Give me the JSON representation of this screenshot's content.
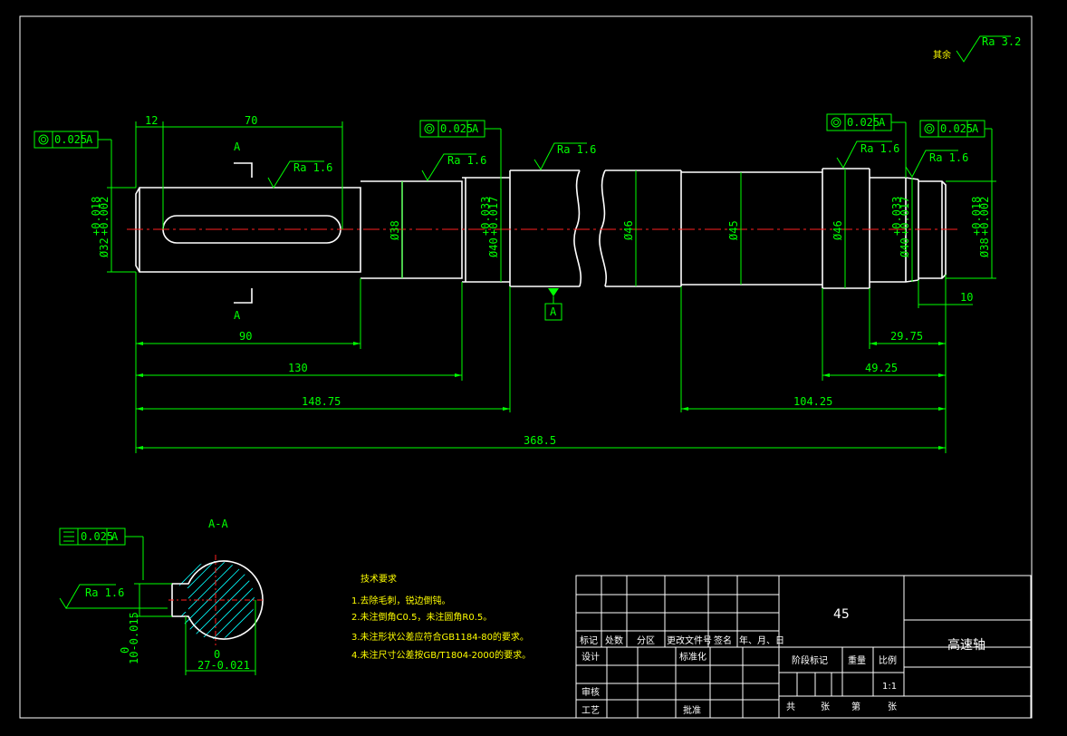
{
  "dims": {
    "d_12": "12",
    "d_70": "70",
    "d_90": "90",
    "d_130": "130",
    "d_148": "148.75",
    "d_368": "368.5",
    "d_104": "104.25",
    "d_49": "49.25",
    "d_29": "29.75",
    "d_10": "10",
    "dia_32": "Ø32",
    "dia_32_tol_u": "+0.018",
    "dia_32_tol_l": "+0.002",
    "dia_38a": "Ø38",
    "dia_40a": "Ø40",
    "dia_40a_tol_u": "+0.033",
    "dia_40a_tol_l": "+0.017",
    "dia_46a": "Ø46",
    "dia_45": "Ø45",
    "dia_46b": "Ø46",
    "dia_40b": "Ø40",
    "dia_40b_tol_u": "+0.033",
    "dia_40b_tol_l": "+0.017",
    "dia_38b": "Ø38",
    "dia_38b_tol_u": "+0.018",
    "dia_38b_tol_l": "+0.002",
    "sec_27": "27-0.021",
    "sec_27_u": "0",
    "sec_10": "10-0.015",
    "sec_10_u": "0"
  },
  "tol_frames": {
    "t1": {
      "value": "0.025",
      "ref": "A"
    },
    "t2": {
      "value": "0.025",
      "ref": "A"
    },
    "t3": {
      "value": "0.025",
      "ref": "A"
    },
    "t4": {
      "value": "0.025",
      "ref": "A"
    },
    "t5": {
      "value": "0.025",
      "ref": "A"
    }
  },
  "roughness": {
    "r1": "Ra 1.6",
    "r2": "Ra 1.6",
    "r3": "Ra 1.6",
    "r4": "Ra 1.6",
    "r5": "Ra 1.6",
    "r6": "Ra 1.6",
    "rest_label": "其余",
    "rest_value": "Ra 3.2"
  },
  "labels": {
    "section_a_top": "A",
    "section_a_bot": "A",
    "datum": "A",
    "section_title": "A-A"
  },
  "notes": {
    "title": "技术要求",
    "items": [
      "1.去除毛刺，锐边倒钝。",
      "2.未注倒角C0.5，未注圆角R0.5。",
      "3.未注形状公差应符合GB1184-80的要求。",
      "4.未注尺寸公差按GB/T1804-2000的要求。"
    ]
  },
  "title_block": {
    "material": "45",
    "part_name": "高速轴",
    "h_mark": "标记",
    "h_qty": "处数",
    "h_zone": "分区",
    "h_doc": "更改文件号",
    "h_sign": "签名",
    "h_date": "年、月、日",
    "design": "设计",
    "std": "标准化",
    "review": "审核",
    "craft": "工艺",
    "approve": "批准",
    "stage": "阶段标记",
    "weight": "重量",
    "scale": "比例",
    "scale_val": "1:1",
    "sheet_total": "共",
    "sheet_unit1": "张",
    "sheet_no": "第",
    "sheet_unit2": "张"
  }
}
